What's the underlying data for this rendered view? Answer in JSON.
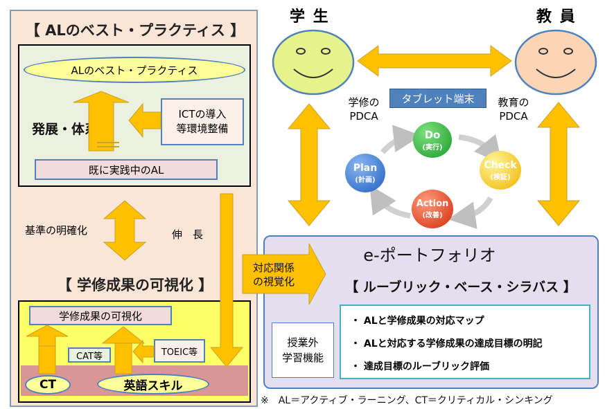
{
  "left_panel": {
    "title": "【 ALのベスト・プラクティス 】",
    "best_practice": "ALのベスト・プラクティス",
    "develop": "発展・体系化",
    "ict_line1": "ICTの導入",
    "ict_line2": "等環境整備",
    "existing_al": "既に実践中のAL",
    "criteria": "基準の明確化",
    "extension": "伸　長",
    "outcome_title": "【 学修成果の可視化 】",
    "outcome_box": "学修成果の可視化",
    "cat": "CAT等",
    "toeic": "TOEIC等",
    "ct": "CT",
    "english": "英語スキル"
  },
  "correspondence": {
    "line1": "対応関係",
    "line2": "の視覚化"
  },
  "right_top": {
    "student": "学 生",
    "teacher": "教 員",
    "tablet": "タブレット端末",
    "study_pdca_1": "学修の",
    "study_pdca_2": "PDCA",
    "edu_pdca_1": "教育の",
    "edu_pdca_2": "PDCA",
    "pdca": {
      "do": "Do",
      "do_sub": "(実行)",
      "check": "Check",
      "check_sub": "(検証)",
      "action": "Action",
      "action_sub": "(改善)",
      "plan": "Plan",
      "plan_sub": "(計画)"
    }
  },
  "eportfolio": {
    "title": "e-ポートフォリオ",
    "subtitle": "【 ルーブリック・ベース・シラバス 】",
    "extra_1": "授業外",
    "extra_2": "学習機能",
    "items": [
      "・ ALと学修成果の対応マップ",
      "・ ALと対応する学修成果の達成目標の明記",
      "・ 達成目標のルーブリック評価"
    ]
  },
  "footnote": "※　AL＝アクティブ・ラーニング、CT＝クリティカル・シンキング"
}
